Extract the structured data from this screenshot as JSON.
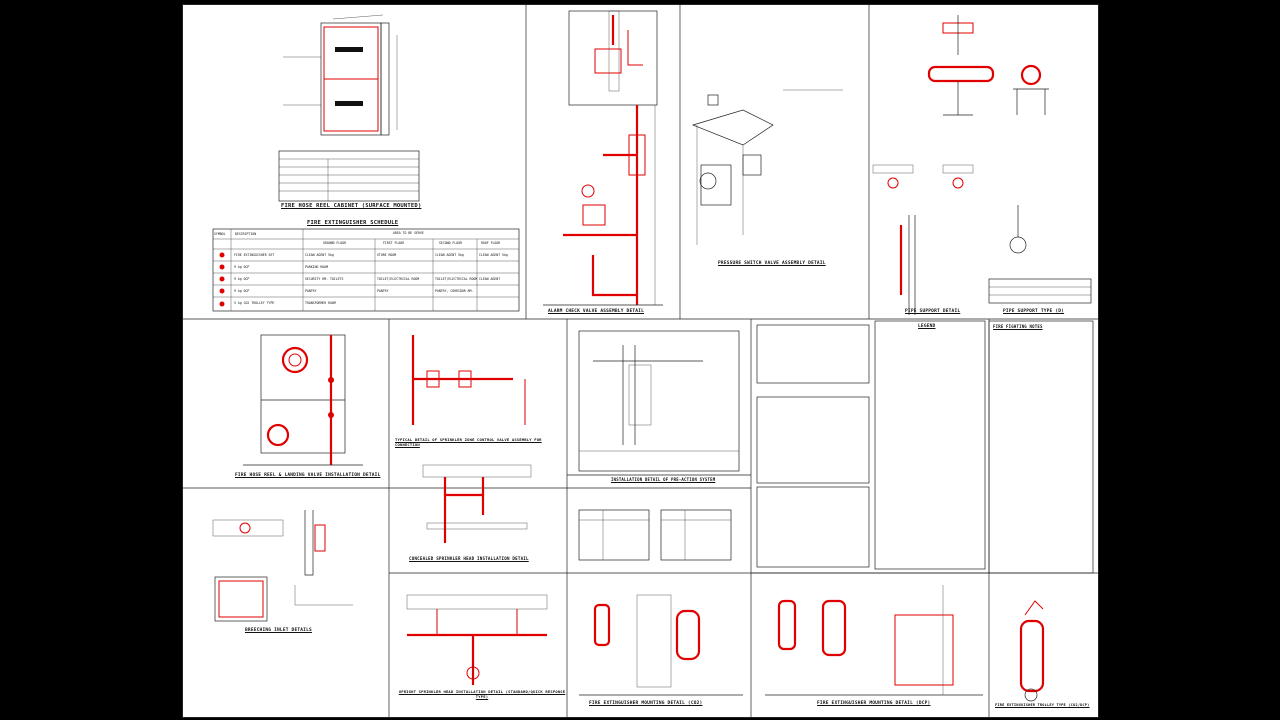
{
  "titles": {
    "cabinet": "FIRE HOSE REEL CABINET (SURFACE MOUNTED)",
    "schedule": "FIRE EXTINGUISHER SCHEDULE",
    "alarm_check": "ALARM CHECK VALVE ASSEMBLY DETAIL",
    "presure_valve": "PRESSURE SWITCH VALVE ASSEMBLY DETAIL",
    "pipe_support": "PIPE SUPPORT DETAIL",
    "pipe_schedule": "PIPE SUPPORT TYPE (D)",
    "hose_reel": "FIRE HOSE REEL & LANDING VALVE INSTALLATION DETAIL",
    "sprinkler_assembly": "TYPICAL DETAIL OF SPRINKLER ZONE CONTROL VALVE ASSEMBLY FOR CONNECTION",
    "installation_sprinkler": "INSTALLATION DETAIL OF PRE-ACTION SYSTEM",
    "breeching": "BREECHING INLET DETAILS",
    "concealed": "CONCEALED SPRINKLER HEAD INSTALLATION DETAIL",
    "upright": "UPRIGHT SPRINKLER HEAD INSTALLATION DETAIL (STANDARD/QUICK RESPONSE TYPE)",
    "ext_mount_co2": "FIRE EXTINGUISHER MOUNTING DETAIL (CO2)",
    "ext_mount_dcp": "FIRE EXTINGUISHER MOUNTING DETAIL (DCP)",
    "trolley": "FIRE EXTINGUISHER TROLLEY TYPE (CO2/DCP)",
    "legend": "LEGEND",
    "notes": "FIRE FIGHTING NOTES"
  },
  "schedule": {
    "headers": [
      "SYMBOL",
      "DESCRIPTION",
      "GROUND FLOOR",
      "FIRST FLOOR",
      "SECOND FLOOR",
      "ROOF FLOOR"
    ],
    "area_header": "AREA TO BE SERVE",
    "rows": [
      [
        "FIRE EXTINGUISHER SET",
        "CLEAN AGENT 5kg",
        "STORE ROOM",
        "CLEAN AGENT 5kg",
        "CLEAN AGENT 5kg"
      ],
      [
        "9 kg DCP",
        "PARKING ROOM",
        "",
        "",
        ""
      ],
      [
        "9 kg DCP",
        "SECURITY RM. TOILETS",
        "TOILET/ELECTRICAL ROOM",
        "TOILET/ELECTRICAL ROOM",
        "CLEAN AGENT"
      ],
      [
        "9 kg DCP",
        "PANTRY",
        "PANTRY",
        "PANTRY, CORRIDOR RM.",
        ""
      ],
      [
        "5 kg CO2 TROLLEY TYPE",
        "TRANSFORMER ROOM",
        "",
        "",
        ""
      ]
    ]
  },
  "colors": {
    "accent": "#e00000",
    "line": "#222222",
    "paper": "#ffffff",
    "background": "#000000"
  }
}
